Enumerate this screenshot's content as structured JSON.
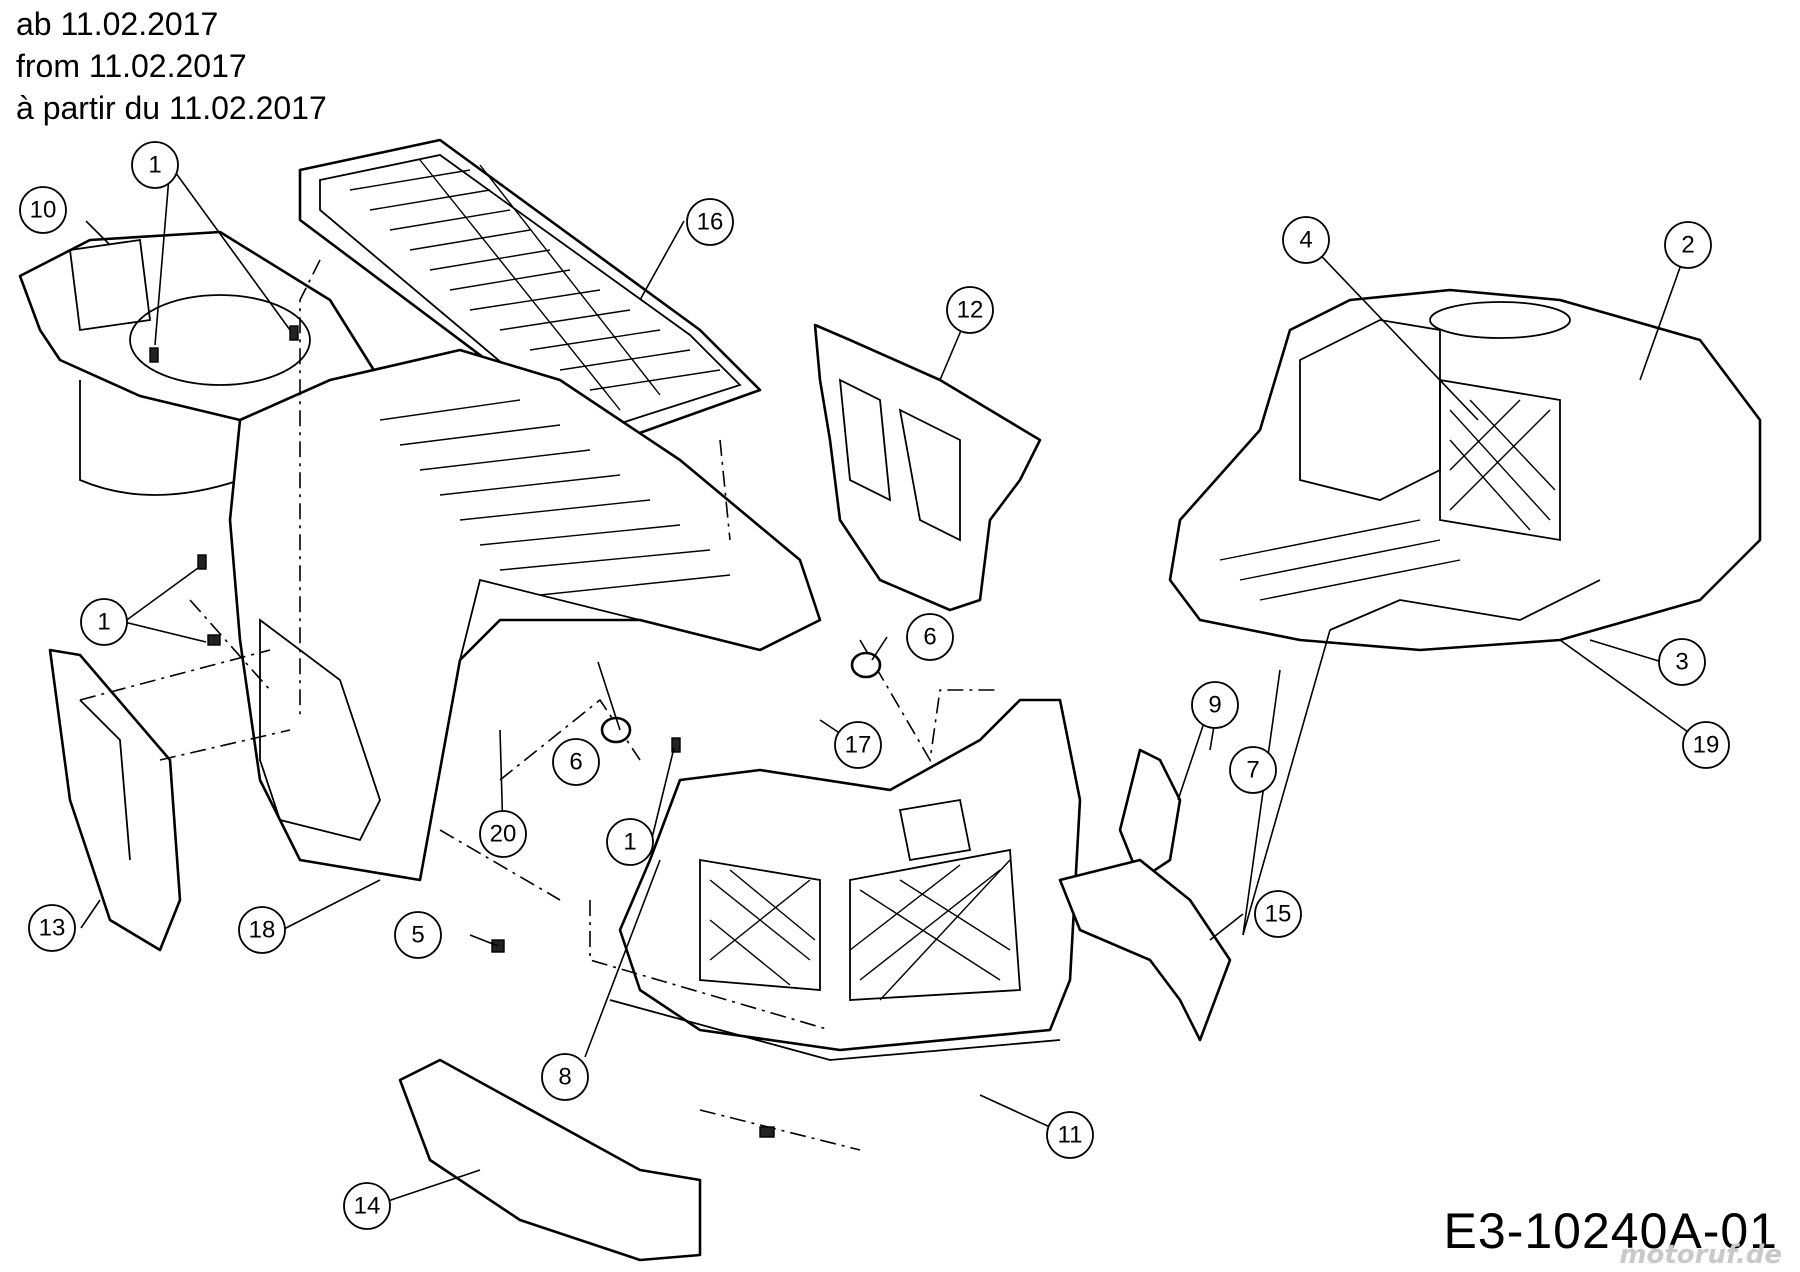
{
  "header": {
    "line_de": "ab 11.02.2017",
    "line_en": "from 11.02.2017",
    "line_fr": "à partir du 11.02.2017"
  },
  "drawing_code": "E3-10240A-01",
  "watermark": "motoruf.de",
  "callouts": [
    "1",
    "1",
    "1",
    "2",
    "3",
    "4",
    "5",
    "6",
    "6",
    "7",
    "8",
    "9",
    "10",
    "11",
    "12",
    "13",
    "14",
    "15",
    "16",
    "17",
    "18",
    "19",
    "20"
  ]
}
